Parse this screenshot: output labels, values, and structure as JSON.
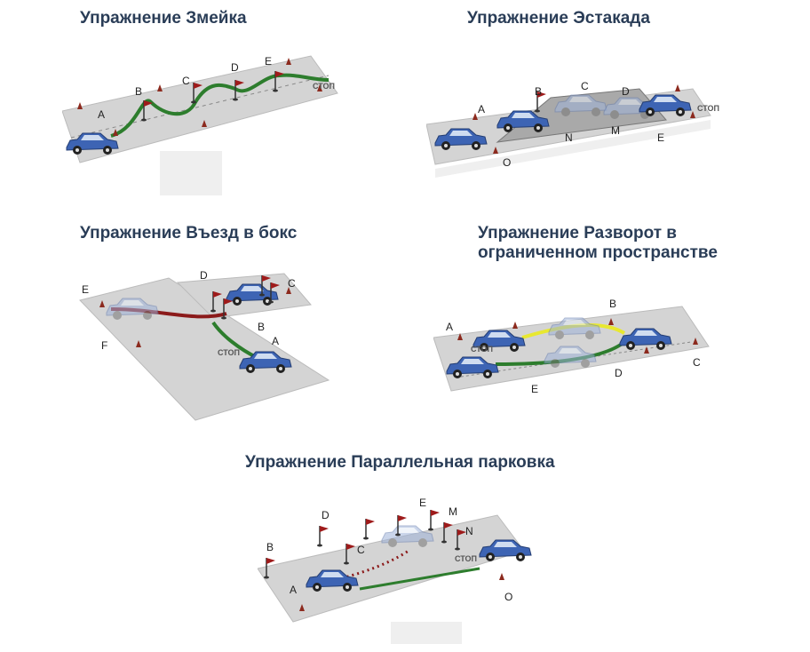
{
  "exercises": {
    "snake": {
      "title": "Упражнение Змейка",
      "labels": {
        "a": "A",
        "b": "B",
        "c": "C",
        "d": "D",
        "e": "E"
      },
      "stop_text": "СТОП"
    },
    "overpass": {
      "title": "Упражнение Эстакада",
      "labels": {
        "a": "A",
        "b": "B",
        "c": "C",
        "d": "D",
        "e": "E",
        "n": "N",
        "m": "M",
        "o": "O"
      },
      "stop_text": "СТОП"
    },
    "box": {
      "title": "Упражнение Въезд в бокс",
      "labels": {
        "a": "A",
        "b": "B",
        "c": "C",
        "d": "D",
        "e": "E",
        "f": "F"
      },
      "stop_text": "СТОП"
    },
    "uturn": {
      "title_line1": "Упражнение Разворот в",
      "title_line2": "ограниченном пространстве",
      "labels": {
        "a": "A",
        "b": "B",
        "c": "C",
        "d": "D",
        "e": "E"
      },
      "stop_text": "СТОП"
    },
    "parallel": {
      "title": "Упражнение Параллельная парковка",
      "labels": {
        "a": "A",
        "b": "B",
        "c": "C",
        "d": "D",
        "e": "E",
        "m": "M",
        "n": "N",
        "o": "O"
      },
      "stop_text": "СТОП"
    }
  },
  "colors": {
    "title": "#2a3d57",
    "ground": "#d4d4d4",
    "car_body": "#3d64b4",
    "car_ghost": "#9fb3d9",
    "path_green": "#2d7d2d",
    "path_red": "#8b1a1a",
    "path_yellow": "#e8e830",
    "flag": "#9e1b1b",
    "cone": "#8c2a1e"
  },
  "icons": [
    "car-icon",
    "flag-icon",
    "cone-icon"
  ]
}
